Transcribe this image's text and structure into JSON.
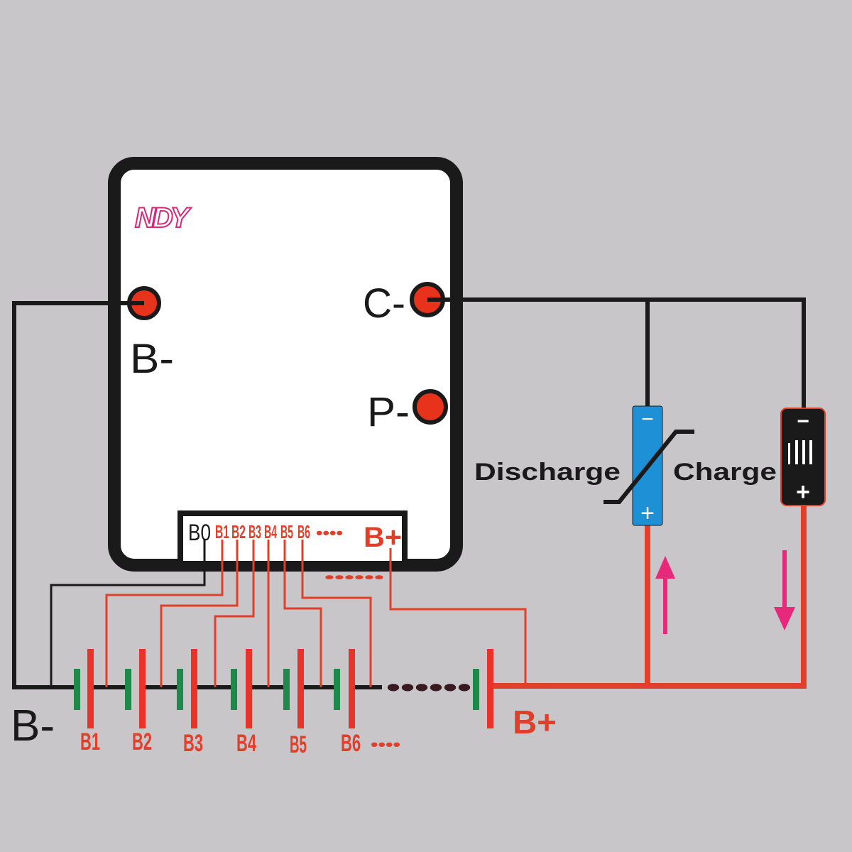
{
  "logo_text": "NDY",
  "terminals": {
    "b_minus": "B-",
    "c_minus": "C-",
    "p_minus": "P-"
  },
  "connector_pins": [
    "B0",
    "B1",
    "B2",
    "B3",
    "B4",
    "B5",
    "B6",
    "••••",
    "B+"
  ],
  "connector_dots": "••••••",
  "pack": {
    "negative_label": "B-",
    "positive_label": "B+",
    "cell_labels": [
      "B1",
      "B2",
      "B3",
      "B4",
      "B5",
      "B6"
    ],
    "cell_dots": "••••",
    "gap_dots": "••••••"
  },
  "load": {
    "label": "Discharge",
    "minus": "−",
    "plus": "+"
  },
  "charger": {
    "label": "Charge",
    "minus": "−",
    "plus": "+"
  },
  "colors": {
    "background": "#c8c6c8",
    "wire_black": "#1a1a1a",
    "wire_red": "#e0402a",
    "terminal_red": "#e8331c",
    "cell_red": "#e8332a",
    "cell_green": "#1e8a4a",
    "load_blue": "#1e90d6",
    "arrow_pink": "#e8287a",
    "logo_pink": "#d8287a"
  }
}
